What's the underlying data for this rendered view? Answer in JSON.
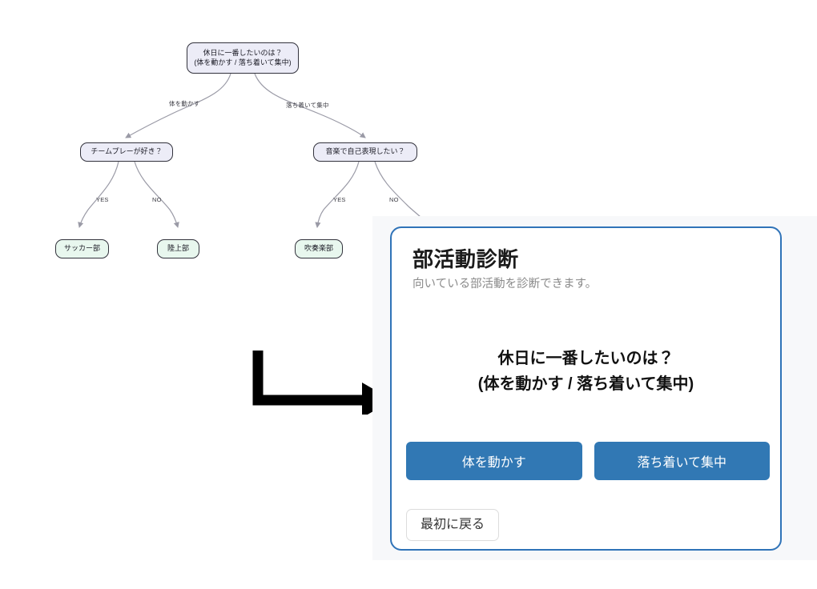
{
  "tree": {
    "nodes": [
      {
        "id": "root",
        "type": "decision",
        "line1": "休日に一番したいのは？",
        "line2": "(体を動かす / 落ち着いて集中)"
      },
      {
        "id": "team",
        "type": "decision",
        "line1": "チームプレーが好き？",
        "line2": ""
      },
      {
        "id": "music",
        "type": "decision",
        "line1": "音楽で自己表現したい？",
        "line2": ""
      },
      {
        "id": "soccer",
        "type": "leaf",
        "line1": "サッカー部",
        "line2": ""
      },
      {
        "id": "track",
        "type": "leaf",
        "line1": "陸上部",
        "line2": ""
      },
      {
        "id": "brass",
        "type": "leaf",
        "line1": "吹奏楽部",
        "line2": ""
      }
    ],
    "edge_labels": [
      {
        "id": "root-left",
        "text": "体を動かす"
      },
      {
        "id": "root-right",
        "text": "落ち着いて集中"
      },
      {
        "id": "team-yes",
        "text": "YES"
      },
      {
        "id": "team-no",
        "text": "NO"
      },
      {
        "id": "music-yes",
        "text": "YES"
      },
      {
        "id": "music-no",
        "text": "NO"
      }
    ]
  },
  "annotation": {
    "arrow_label": "arrow pointing to app panel"
  },
  "app": {
    "title": "部活動診断",
    "subtitle": "向いている部活動を診断できます。",
    "question": {
      "line1": "休日に一番したいのは？",
      "line2": "(体を動かす / 落ち着いて集中)"
    },
    "answers": [
      {
        "label": "体を動かす"
      },
      {
        "label": "落ち着いて集中"
      }
    ],
    "restart_label": "最初に戻る"
  },
  "colors": {
    "accent_blue": "#3178b4",
    "card_border": "#2f73b8",
    "panel_bg": "#f7f8fa",
    "decision_node": "#ececf7",
    "leaf_node": "#e8f7ee",
    "edge_stroke": "#9a9aa6",
    "subtitle_gray": "#8a8a8a"
  }
}
